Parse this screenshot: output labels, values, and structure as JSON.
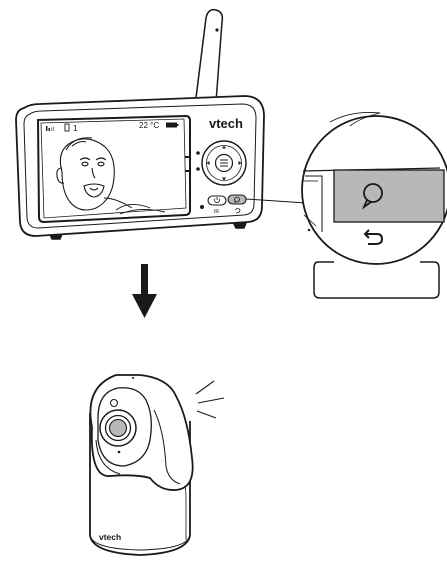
{
  "monitor": {
    "brand": "vtech",
    "status_bar": {
      "camera_number": "1",
      "temperature": "22 °C"
    },
    "screen_content": "baby-face-illustration",
    "buttons": [
      "menu-button",
      "up-arrow",
      "down-arrow",
      "left-arrow",
      "right-arrow",
      "power-button",
      "talk-button"
    ]
  },
  "magnifier": {
    "focus_button": "talk-button",
    "icons": [
      "speech-bubble-icon",
      "return-arrow-icon"
    ]
  },
  "arrow": {
    "direction": "down"
  },
  "camera": {
    "brand": "vtech",
    "state_indicator": "sound-waves"
  },
  "colors": {
    "line": "#1a1a1a",
    "highlight_button": "#b8b8b8",
    "background": "#ffffff"
  }
}
